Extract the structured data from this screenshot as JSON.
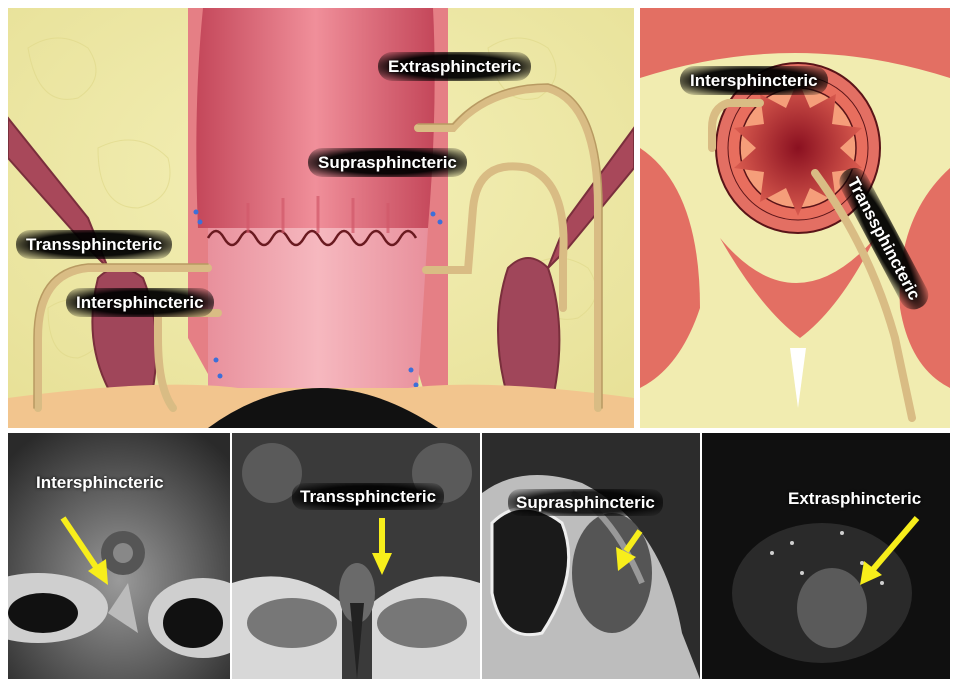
{
  "diagram_coronal": {
    "labels": {
      "extrasphincteric": "Extrasphincteric",
      "suprasphincteric": "Suprasphincteric",
      "transsphincteric": "Transsphincteric",
      "intersphincteric": "Intersphincteric"
    }
  },
  "diagram_axial": {
    "labels": {
      "intersphincteric": "Intersphincteric",
      "transsphincteric": "Transsphincteric"
    }
  },
  "mri_panels": [
    {
      "label": "Intersphincteric"
    },
    {
      "label": "Transsphincteric"
    },
    {
      "label": "Suprasphincteric"
    },
    {
      "label": "Extrasphincteric"
    }
  ],
  "colors": {
    "fat": "#efeaa3",
    "muscle": "#e47a74",
    "mucosa": "#e06c7a",
    "tract": "#e3c98f",
    "arrow": "#f7ee1b"
  }
}
